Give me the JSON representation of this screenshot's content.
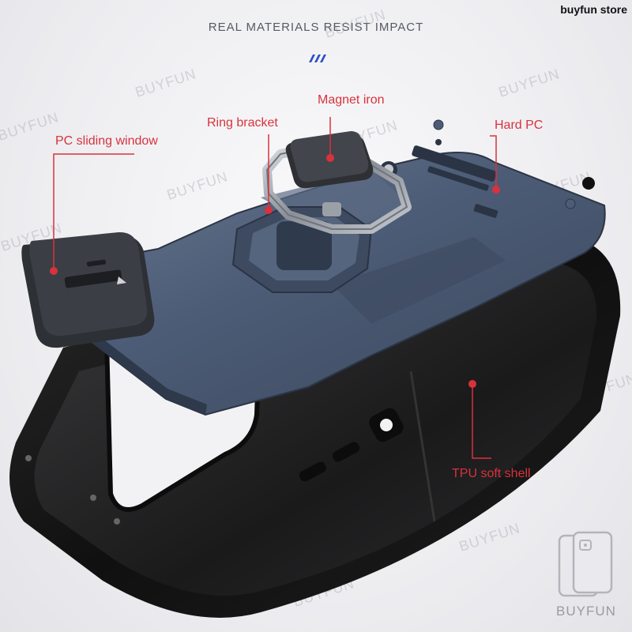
{
  "header": {
    "title": "REAL MATERIALS RESIST IMPACT",
    "store": "buyfun store"
  },
  "callouts": {
    "pc_sliding_window": "PC sliding window",
    "ring_bracket": "Ring bracket",
    "magnet_iron": "Magnet iron",
    "hard_pc": "Hard PC",
    "tpu_soft_shell": "TPU soft shell"
  },
  "watermark": {
    "text": "BUYFUN"
  },
  "brand": {
    "name": "BUYFUN"
  },
  "colors": {
    "accent_red": "#d8323c",
    "shell_blue": "#4a5a75",
    "tpu_black": "#161616",
    "chevron_blue": "#3050c8"
  },
  "icons": {
    "chevron": "triple-slash-chevron-icon",
    "brand_logo": "phone-case-outline-icon"
  }
}
